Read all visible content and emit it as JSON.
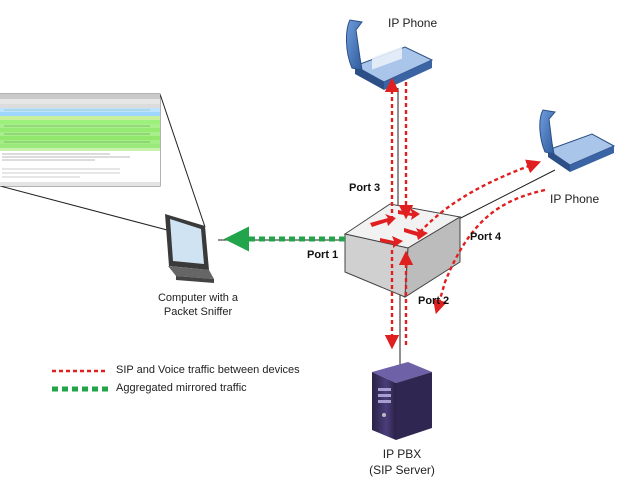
{
  "devices": {
    "ip_phone_top": "IP Phone",
    "ip_phone_right": "IP Phone",
    "computer_line1": "Computer with a",
    "computer_line2": "Packet Sniffer",
    "pbx_line1": "IP PBX",
    "pbx_line2": "(SIP Server)"
  },
  "ports": {
    "port1": "Port 1",
    "port2": "Port 2",
    "port3": "Port 3",
    "port4": "Port 4"
  },
  "legend": {
    "sip_voice": "SIP and Voice traffic between devices",
    "mirrored": "Aggregated mirrored traffic"
  },
  "colors": {
    "sip_line": "#e02020",
    "mirror_line": "#21a44a",
    "switch_face": "#ededed",
    "phone_body": "#3f6fb5",
    "server_body": "#3b3060"
  }
}
